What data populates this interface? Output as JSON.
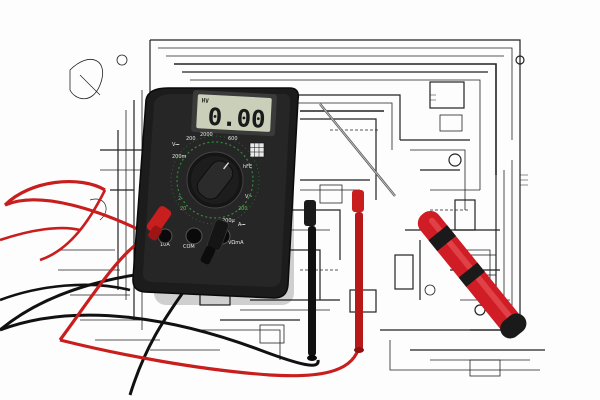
{
  "multimeter": {
    "display_reading": "0.00",
    "display_badge": "HV",
    "range_labels": [
      "V⎓",
      "200",
      "2000",
      "hFE",
      "200m",
      "V~",
      "2",
      "20",
      "200",
      "600",
      "200μ",
      "A⎓",
      "10A",
      "COM",
      "VΩmA"
    ]
  },
  "colors": {
    "meter_body": "#1c1c1c",
    "lcd": "#c9cfb9",
    "lead_red": "#c81e1e",
    "lead_black": "#111111",
    "screwdriver_handle": "#d01c24",
    "schematic_ink": "#222222"
  }
}
